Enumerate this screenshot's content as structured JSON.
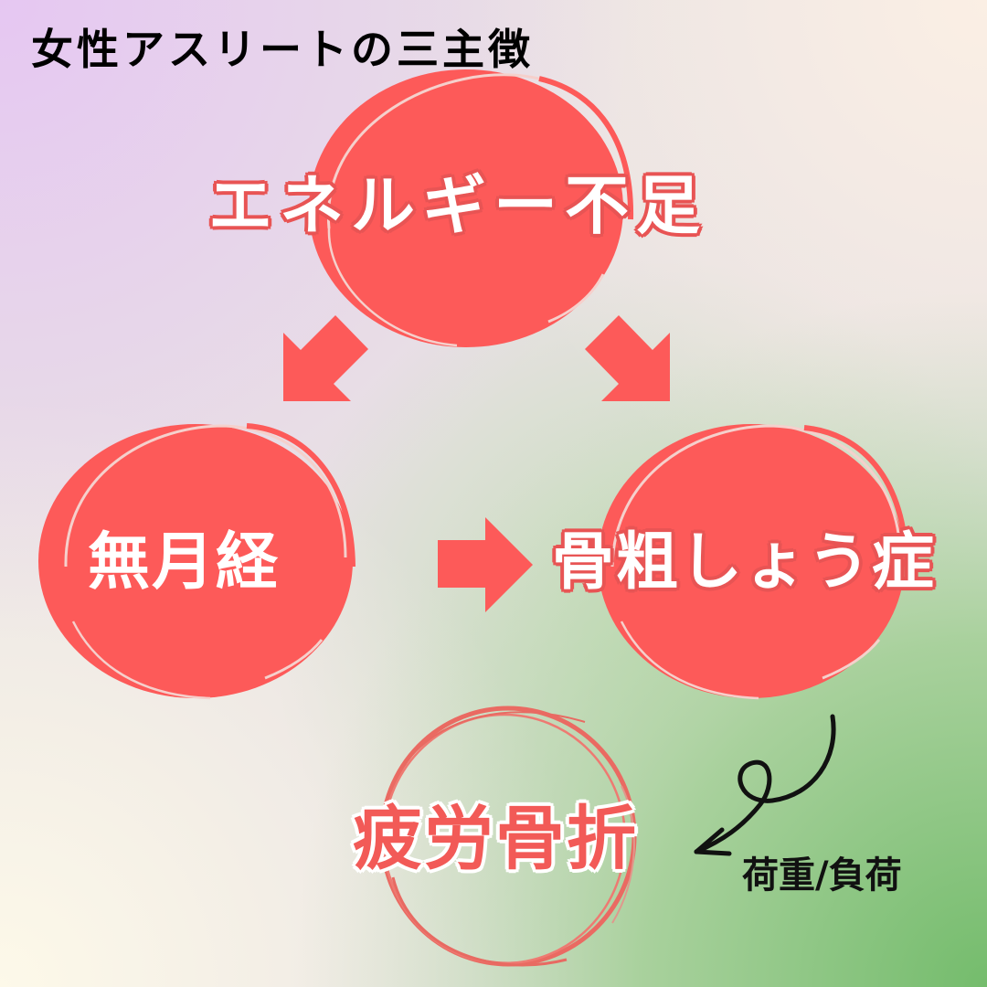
{
  "title": "女性アスリートの三主徴",
  "colors": {
    "circle_fill": "#fd5a59",
    "text_outline": "#e85454",
    "accent_red_text": "#f25a57",
    "bg_top_left": "#e9ccf1",
    "bg_top_right": "#fbeee5",
    "bg_bottom_left": "#fdf8e9",
    "bg_bottom_right": "#7ec077",
    "title_text": "#000000"
  },
  "nodes": {
    "energy": {
      "label": "エネルギー不足"
    },
    "amenorrhea": {
      "label": "無月経"
    },
    "osteoporosis": {
      "label": "骨粗しょう症"
    },
    "stress_fracture": {
      "label": "疲労骨折"
    }
  },
  "arrows": [
    {
      "from": "エネルギー不足",
      "to": "無月経",
      "direction": "down-left"
    },
    {
      "from": "エネルギー不足",
      "to": "骨粗しょう症",
      "direction": "down-right"
    },
    {
      "from": "無月経",
      "to": "骨粗しょう症",
      "direction": "right"
    },
    {
      "from": "骨粗しょう症",
      "to": "疲労骨折",
      "direction": "curly-down-left"
    }
  ],
  "annotation": {
    "label": "荷重/負荷"
  }
}
